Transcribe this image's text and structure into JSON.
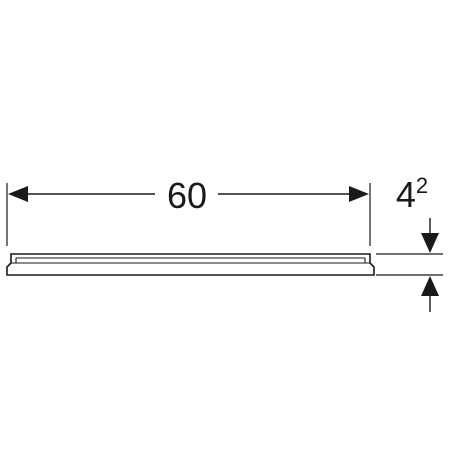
{
  "diagram": {
    "width_label": "60",
    "height_label_base": "4",
    "height_label_sup": "2",
    "line_color": "#1a1a1a",
    "background": "#ffffff"
  }
}
